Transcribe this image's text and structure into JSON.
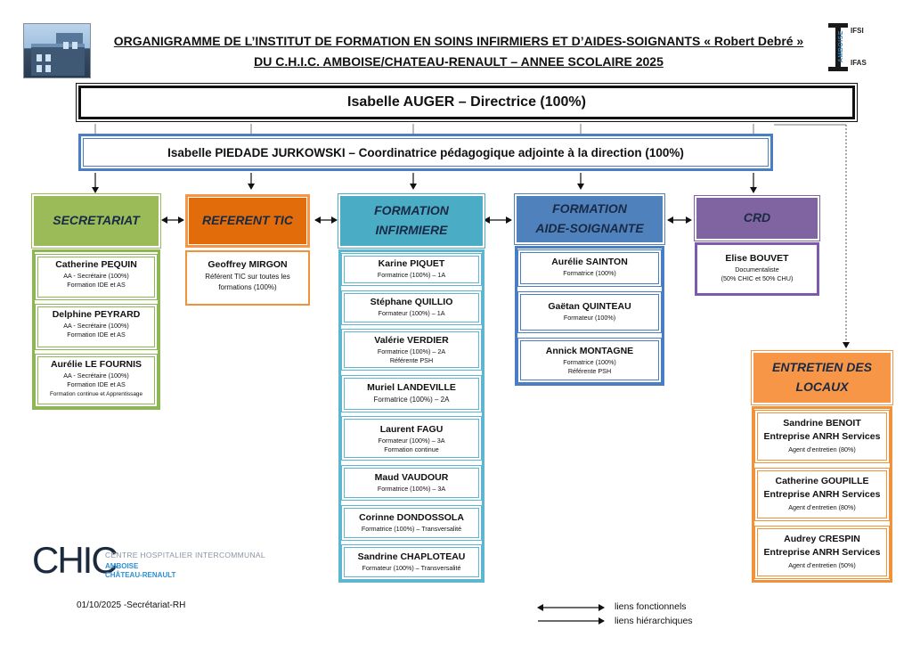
{
  "header": {
    "title_line1": "ORGANIGRAMME DE L’INSTITUT DE FORMATION EN SOINS INFIRMIERS ET D’AIDES-SOIGNANTS « Robert Debré »",
    "title_line2": "DU C.H.I.C. AMBOISE/CHATEAU-RENAULT – ANNEE SCOLAIRE 2025",
    "logo_ifsi": {
      "amboise": "AMBOISE",
      "ifsi": "IFSI",
      "ifas": "IFAS"
    }
  },
  "director": "Isabelle AUGER – Directrice (100%)",
  "coordinator": "Isabelle PIEDADE JURKOWSKI – Coordinatrice pédagogique adjointe à la direction (100%)",
  "departments": {
    "secretariat": {
      "title": "SECRETARIAT",
      "members": [
        {
          "name": "Catherine PEQUIN",
          "lines": [
            "AA - Secrétaire (100%)",
            "Formation IDE et AS"
          ]
        },
        {
          "name": "Delphine PEYRARD",
          "lines": [
            "AA - Secrétaire (100%)",
            "Formation IDE et AS"
          ]
        },
        {
          "name": "Aurélie LE FOURNIS",
          "lines": [
            "AA - Secrétaire (100%)",
            "Formation IDE et AS",
            "Formation continue et Apprentissage"
          ]
        }
      ]
    },
    "tic": {
      "title": "REFERENT TIC",
      "members": [
        {
          "name": "Geoffrey MIRGON",
          "lines": [
            "Référent TIC sur toutes les",
            "formations (100%)"
          ]
        }
      ]
    },
    "fi": {
      "title_line1": "FORMATION",
      "title_line2": "INFIRMIERE",
      "members": [
        {
          "name": "Karine PIQUET",
          "lines": [
            "Formatrice (100%) – 1A"
          ]
        },
        {
          "name": "Stéphane QUILLIO",
          "lines": [
            "Formateur (100%) – 1A"
          ]
        },
        {
          "name": "Valérie VERDIER",
          "lines": [
            "Formatrice (100%) – 2A",
            "Référente PSH"
          ]
        },
        {
          "name": "Muriel LANDEVILLE",
          "lines": [
            "Formatrice (100%) – 2A"
          ]
        },
        {
          "name": "Laurent FAGU",
          "lines": [
            "Formateur (100%) – 3A",
            "Formation continue"
          ]
        },
        {
          "name": "Maud VAUDOUR",
          "lines": [
            "Formatrice (100%) – 3A"
          ]
        },
        {
          "name": "Corinne DONDOSSOLA",
          "lines": [
            "Formatrice (100%) – Transversalité"
          ]
        },
        {
          "name": "Sandrine CHAPLOTEAU",
          "lines": [
            "Formateur (100%) – Transversalité"
          ]
        }
      ]
    },
    "fas": {
      "title_line1": "FORMATION",
      "title_line2": "AIDE-SOIGNANTE",
      "members": [
        {
          "name": "Aurélie SAINTON",
          "lines": [
            "Formatrice (100%)"
          ]
        },
        {
          "name": "Gaëtan QUINTEAU",
          "lines": [
            "Formateur (100%)"
          ]
        },
        {
          "name": "Annick MONTAGNE",
          "lines": [
            "Formatrice (100%)",
            "Référente PSH"
          ]
        }
      ]
    },
    "crd": {
      "title": "CRD",
      "members": [
        {
          "name": "Elise BOUVET",
          "lines": [
            "Documentaliste",
            "(50% CHIC et 50% CHU)"
          ]
        }
      ]
    },
    "entretien": {
      "title_line1": "ENTRETIEN DES",
      "title_line2": "LOCAUX",
      "members": [
        {
          "name": "Sandrine BENOIT",
          "company": "Entreprise ANRH Services",
          "lines": [
            "Agent d’entretien (80%)"
          ]
        },
        {
          "name": "Catherine GOUPILLE",
          "company": "Entreprise ANRH Services",
          "lines": [
            "Agent d’entretien (80%)"
          ]
        },
        {
          "name": "Audrey CRESPIN",
          "company": "Entreprise ANRH Services",
          "lines": [
            "Agent d’entretien (50%)"
          ]
        }
      ]
    }
  },
  "logo_chic": {
    "mark": "CHIC",
    "line1": "CENTRE HOSPITALIER INTERCOMMUNAL",
    "line2": "AMBOISE",
    "line3": "CHÂTEAU-RENAULT"
  },
  "footer": {
    "date": "01/10/2025 -Secrétariat-RH",
    "legend_functional": "liens fonctionnels",
    "legend_hierarchical": "liens hiérarchiques"
  },
  "colors": {
    "secretariat": "#9bbb59",
    "tic": "#e36c0a",
    "fi": "#4bacc6",
    "fas": "#4f81bd",
    "crd": "#8064a2",
    "entretien": "#f79646"
  }
}
